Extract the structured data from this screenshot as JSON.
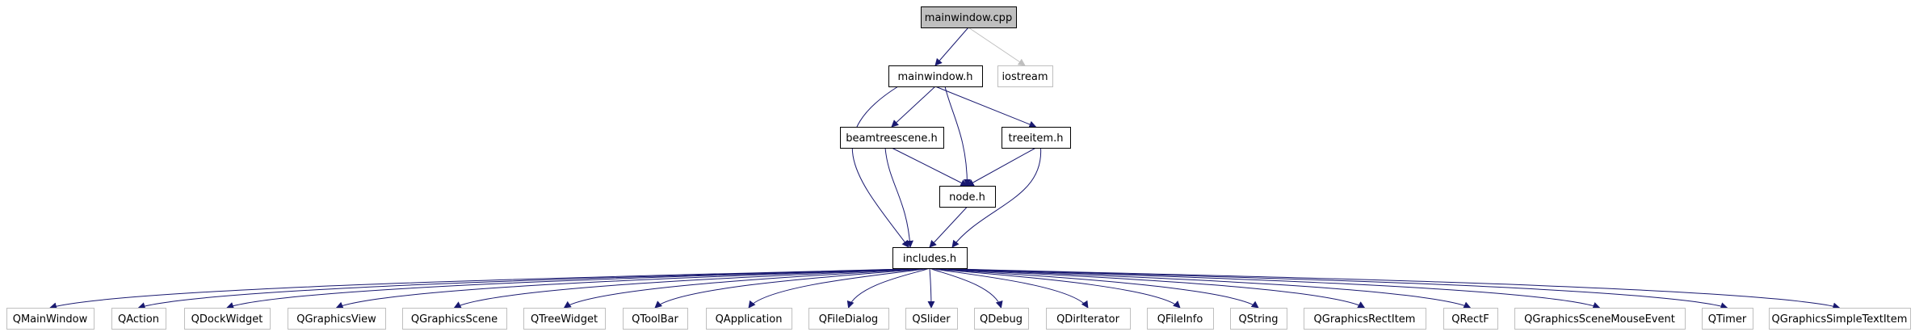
{
  "graph": {
    "colors": {
      "root_fill": "#bfbfbf",
      "node_border": "#000000",
      "system_border": "#bfbfbf",
      "edge": "#191970",
      "edge_to_system": "#bfbfbf"
    },
    "nodes": [
      {
        "id": "mainwindow_cpp",
        "label": "mainwindow.cpp",
        "kind": "root"
      },
      {
        "id": "mainwindow_h",
        "label": "mainwindow.h",
        "kind": "header"
      },
      {
        "id": "iostream",
        "label": "iostream",
        "kind": "system"
      },
      {
        "id": "beamtreescene_h",
        "label": "beamtreescene.h",
        "kind": "header"
      },
      {
        "id": "treeitem_h",
        "label": "treeitem.h",
        "kind": "header"
      },
      {
        "id": "node_h",
        "label": "node.h",
        "kind": "header"
      },
      {
        "id": "includes_h",
        "label": "includes.h",
        "kind": "header"
      },
      {
        "id": "QMainWindow",
        "label": "QMainWindow",
        "kind": "system"
      },
      {
        "id": "QAction",
        "label": "QAction",
        "kind": "system"
      },
      {
        "id": "QDockWidget",
        "label": "QDockWidget",
        "kind": "system"
      },
      {
        "id": "QGraphicsView",
        "label": "QGraphicsView",
        "kind": "system"
      },
      {
        "id": "QGraphicsScene",
        "label": "QGraphicsScene",
        "kind": "system"
      },
      {
        "id": "QTreeWidget",
        "label": "QTreeWidget",
        "kind": "system"
      },
      {
        "id": "QToolBar",
        "label": "QToolBar",
        "kind": "system"
      },
      {
        "id": "QApplication",
        "label": "QApplication",
        "kind": "system"
      },
      {
        "id": "QFileDialog",
        "label": "QFileDialog",
        "kind": "system"
      },
      {
        "id": "QSlider",
        "label": "QSlider",
        "kind": "system"
      },
      {
        "id": "QDebug",
        "label": "QDebug",
        "kind": "system"
      },
      {
        "id": "QDirIterator",
        "label": "QDirIterator",
        "kind": "system"
      },
      {
        "id": "QFileInfo",
        "label": "QFileInfo",
        "kind": "system"
      },
      {
        "id": "QString",
        "label": "QString",
        "kind": "system"
      },
      {
        "id": "QGraphicsRectItem",
        "label": "QGraphicsRectItem",
        "kind": "system"
      },
      {
        "id": "QRectF",
        "label": "QRectF",
        "kind": "system"
      },
      {
        "id": "QGraphicsSceneMouseEvent",
        "label": "QGraphicsSceneMouseEvent",
        "kind": "system"
      },
      {
        "id": "QTimer",
        "label": "QTimer",
        "kind": "system"
      },
      {
        "id": "QGraphicsSimpleTextItem",
        "label": "QGraphicsSimpleTextItem",
        "kind": "system"
      }
    ],
    "edges": [
      {
        "from": "mainwindow_cpp",
        "to": "mainwindow_h"
      },
      {
        "from": "mainwindow_cpp",
        "to": "iostream"
      },
      {
        "from": "mainwindow_h",
        "to": "beamtreescene_h"
      },
      {
        "from": "mainwindow_h",
        "to": "treeitem_h"
      },
      {
        "from": "mainwindow_h",
        "to": "node_h"
      },
      {
        "from": "mainwindow_h",
        "to": "includes_h"
      },
      {
        "from": "beamtreescene_h",
        "to": "node_h"
      },
      {
        "from": "beamtreescene_h",
        "to": "includes_h"
      },
      {
        "from": "treeitem_h",
        "to": "node_h"
      },
      {
        "from": "treeitem_h",
        "to": "includes_h"
      },
      {
        "from": "node_h",
        "to": "includes_h"
      },
      {
        "from": "includes_h",
        "to": "QMainWindow"
      },
      {
        "from": "includes_h",
        "to": "QAction"
      },
      {
        "from": "includes_h",
        "to": "QDockWidget"
      },
      {
        "from": "includes_h",
        "to": "QGraphicsView"
      },
      {
        "from": "includes_h",
        "to": "QGraphicsScene"
      },
      {
        "from": "includes_h",
        "to": "QTreeWidget"
      },
      {
        "from": "includes_h",
        "to": "QToolBar"
      },
      {
        "from": "includes_h",
        "to": "QApplication"
      },
      {
        "from": "includes_h",
        "to": "QFileDialog"
      },
      {
        "from": "includes_h",
        "to": "QSlider"
      },
      {
        "from": "includes_h",
        "to": "QDebug"
      },
      {
        "from": "includes_h",
        "to": "QDirIterator"
      },
      {
        "from": "includes_h",
        "to": "QFileInfo"
      },
      {
        "from": "includes_h",
        "to": "QString"
      },
      {
        "from": "includes_h",
        "to": "QGraphicsRectItem"
      },
      {
        "from": "includes_h",
        "to": "QRectF"
      },
      {
        "from": "includes_h",
        "to": "QGraphicsSceneMouseEvent"
      },
      {
        "from": "includes_h",
        "to": "QTimer"
      },
      {
        "from": "includes_h",
        "to": "QGraphicsSimpleTextItem"
      }
    ]
  }
}
